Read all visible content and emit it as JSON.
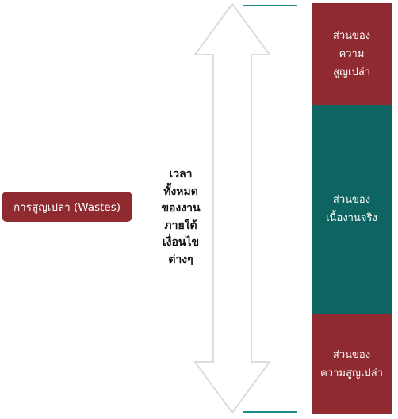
{
  "waste_label": "การสูญเปล่า (Wastes)",
  "time_label": [
    "เวลา",
    "ทั้งหมด",
    "ของงาน",
    "ภายใต้",
    "เงื่อนไข",
    "ต่างๆ"
  ],
  "segments": {
    "top": [
      "ส่วนของ",
      "ความ",
      "สูญเปล่า"
    ],
    "middle": [
      "ส่วนของ",
      "เนื้องานจริง"
    ],
    "bottom": [
      "ส่วนของ",
      "ความสูญเปล่า"
    ]
  },
  "colors": {
    "waste": "#8f2a30",
    "value_add": "#0e6460",
    "tick": "#1e8b8b",
    "arrow_outline": "#dcdcdc"
  }
}
